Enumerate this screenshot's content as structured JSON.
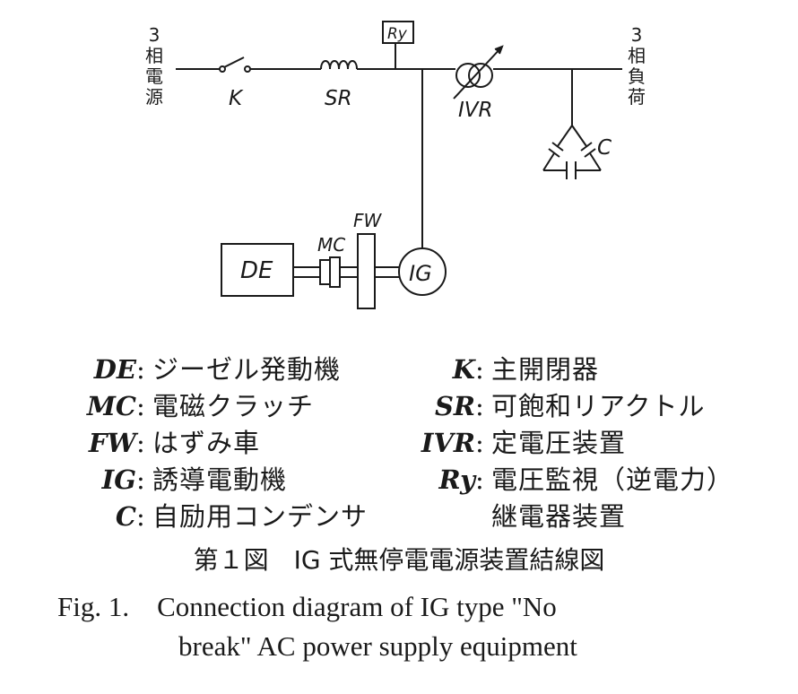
{
  "source_label_lines": [
    "3",
    "相",
    "電",
    "源"
  ],
  "load_label_lines": [
    "3",
    "相",
    "負",
    "荷"
  ],
  "component_labels": {
    "k": "K",
    "sr": "SR",
    "ry": "Ry",
    "ivr": "IVR",
    "c": "C",
    "mc": "MC",
    "fw": "FW",
    "de": "DE",
    "ig": "IG"
  },
  "legend_left": [
    {
      "abbr": "DE",
      "sep": ":",
      "desc": "ジーゼル発動機"
    },
    {
      "abbr": "MC",
      "sep": ":",
      "desc": "電磁クラッチ"
    },
    {
      "abbr": "FW",
      "sep": ":",
      "desc": "はずみ車"
    },
    {
      "abbr": "IG",
      "sep": ":",
      "desc": "誘導電動機"
    },
    {
      "abbr": "C",
      "sep": ":",
      "desc": "自励用コンデンサ"
    }
  ],
  "legend_right": [
    {
      "abbr": "K",
      "sep": ":",
      "desc": "主開閉器"
    },
    {
      "abbr": "SR",
      "sep": ":",
      "desc": "可飽和リアクトル"
    },
    {
      "abbr": "IVR",
      "sep": ":",
      "desc": "定電圧装置"
    },
    {
      "abbr": "Ry",
      "sep": ":",
      "desc": "電圧監視（逆電力）",
      "desc2": "継電器装置"
    }
  ],
  "caption_jp": "第１図　IG 式無停電電源装置結線図",
  "caption_en_line1": "Fig. 1.　Connection diagram of IG type \"No",
  "caption_en_line2": "break\" AC power supply equipment"
}
